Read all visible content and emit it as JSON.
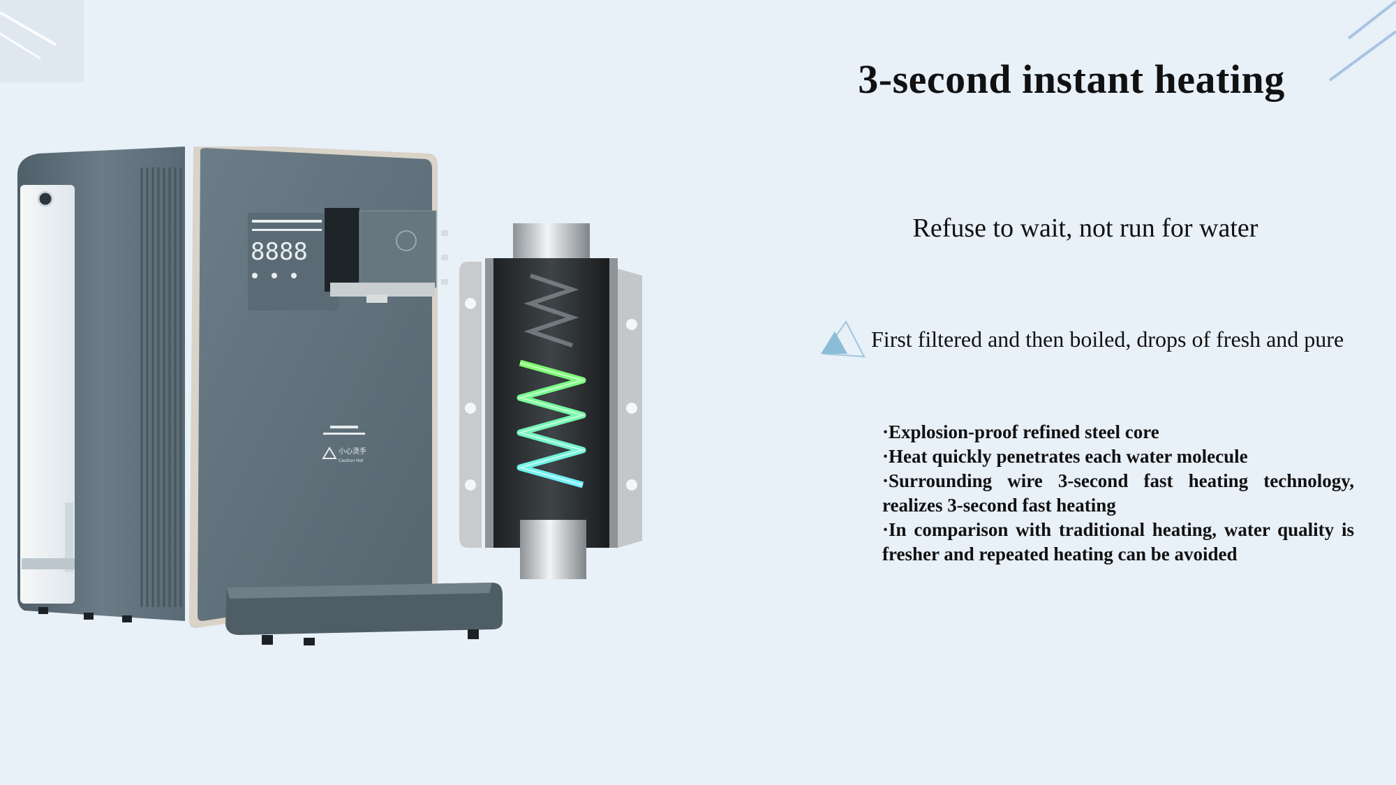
{
  "slide": {
    "title": "3-second instant heating",
    "subtitle": "Refuse to wait, not run for water",
    "feature": "First filtered and then boiled, drops of fresh and pure",
    "bullets": [
      "·Explosion-proof refined steel core",
      "·Heat quickly penetrates each water molecule",
      "·Surrounding wire 3-second fast heating technology, realizes 3-second fast heating",
      "·In comparison with traditional heating, water quality is fresher and repeated heating can be avoided"
    ]
  },
  "product": {
    "display_digits": "8888",
    "caution_cn": "小心烫手",
    "caution_en": "Caution Hot"
  },
  "icons": {
    "feature_bullet": "triangle-icon",
    "decor": "diagonal-lines"
  },
  "colors": {
    "background": "#e8f0f8",
    "dispenser_body": "#5e6f79",
    "accent_triangle": "#8bbdd6",
    "coil_green": "#7dff6a",
    "coil_cyan": "#6ff0ff"
  }
}
